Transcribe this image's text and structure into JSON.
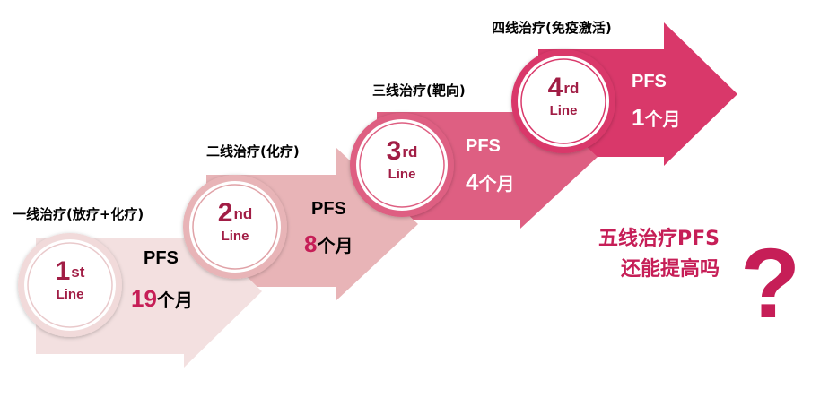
{
  "colors": {
    "accent": "#c61e57",
    "step1_fill": "#f3e0e0",
    "step2_fill": "#e8b4b7",
    "step3_fill": "#de5f82",
    "step4_fill": "#d9386a"
  },
  "steps": [
    {
      "title": "一线治疗(放疗+化疗)",
      "ord_num": "1",
      "ord_suffix": "st",
      "line": "Line",
      "pfs_label": "PFS",
      "pfs_value": "19",
      "pfs_unit": "个月"
    },
    {
      "title": "二线治疗(化疗)",
      "ord_num": "2",
      "ord_suffix": "nd",
      "line": "Line",
      "pfs_label": "PFS",
      "pfs_value": "8",
      "pfs_unit": "个月"
    },
    {
      "title": "三线治疗(靶向)",
      "ord_num": "3",
      "ord_suffix": "rd",
      "line": "Line",
      "pfs_label": "PFS",
      "pfs_value": "4",
      "pfs_unit": "个月"
    },
    {
      "title": "四线治疗(免疫激活)",
      "ord_num": "4",
      "ord_suffix": "rd",
      "line": "Line",
      "pfs_label": "PFS",
      "pfs_value": "1",
      "pfs_unit": "个月"
    }
  ],
  "question": {
    "line1": "五线治疗PFS",
    "line2": "还能提高吗",
    "mark": "?"
  }
}
